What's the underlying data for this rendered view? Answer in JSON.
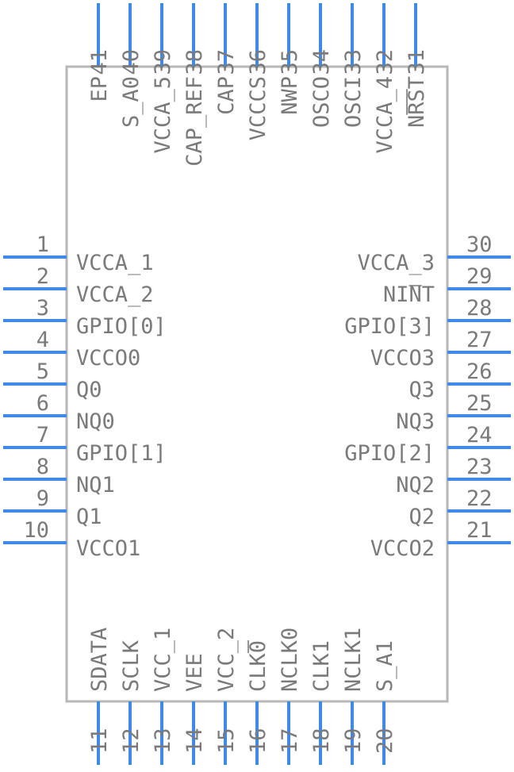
{
  "title": "IC Symbol, 41-pin package",
  "colors": {
    "pin": "#3f8ae8",
    "body_outline": "#b7b7b7",
    "text": "#7a7a7a",
    "background": "#ffffff"
  },
  "pins": {
    "left": [
      {
        "number": "1",
        "name": "VCCA_1"
      },
      {
        "number": "2",
        "name": "VCCA_2"
      },
      {
        "number": "3",
        "name": "GPIO[0]"
      },
      {
        "number": "4",
        "name": "VCCO0"
      },
      {
        "number": "5",
        "name": "Q0"
      },
      {
        "number": "6",
        "name": "NQ0"
      },
      {
        "number": "7",
        "name": "GPIO[1]"
      },
      {
        "number": "8",
        "name": "NQ1"
      },
      {
        "number": "9",
        "name": "Q1"
      },
      {
        "number": "10",
        "name": "VCCO1"
      }
    ],
    "right": [
      {
        "number": "30",
        "name": "VCCA_3"
      },
      {
        "number": "29",
        "name": "NINT"
      },
      {
        "number": "28",
        "name": "GPIO[3]"
      },
      {
        "number": "27",
        "name": "VCCO3"
      },
      {
        "number": "26",
        "name": "Q3"
      },
      {
        "number": "25",
        "name": "NQ3"
      },
      {
        "number": "24",
        "name": "GPIO[2]"
      },
      {
        "number": "23",
        "name": "NQ2"
      },
      {
        "number": "22",
        "name": "Q2"
      },
      {
        "number": "21",
        "name": "VCCO2"
      }
    ],
    "bottom": [
      {
        "number": "11",
        "name": "SDATA"
      },
      {
        "number": "12",
        "name": "SCLK"
      },
      {
        "number": "13",
        "name": "VCC_1"
      },
      {
        "number": "14",
        "name": "VEE"
      },
      {
        "number": "15",
        "name": "VCC_2"
      },
      {
        "number": "16",
        "name": "CLK0"
      },
      {
        "number": "17",
        "name": "NCLK0"
      },
      {
        "number": "18",
        "name": "CLK1"
      },
      {
        "number": "19",
        "name": "NCLK1"
      },
      {
        "number": "20",
        "name": "S_A1"
      }
    ],
    "top": [
      {
        "number": "41",
        "name": "EP"
      },
      {
        "number": "40",
        "name": "S_A0"
      },
      {
        "number": "39",
        "name": "VCCA_5"
      },
      {
        "number": "38",
        "name": "CAP_REF"
      },
      {
        "number": "37",
        "name": "CAP"
      },
      {
        "number": "36",
        "name": "VCCCS"
      },
      {
        "number": "35",
        "name": "NWP"
      },
      {
        "number": "34",
        "name": "OSCO"
      },
      {
        "number": "33",
        "name": "OSCI"
      },
      {
        "number": "32",
        "name": "VCCA_4"
      },
      {
        "number": "31",
        "name": "NRST"
      }
    ]
  }
}
